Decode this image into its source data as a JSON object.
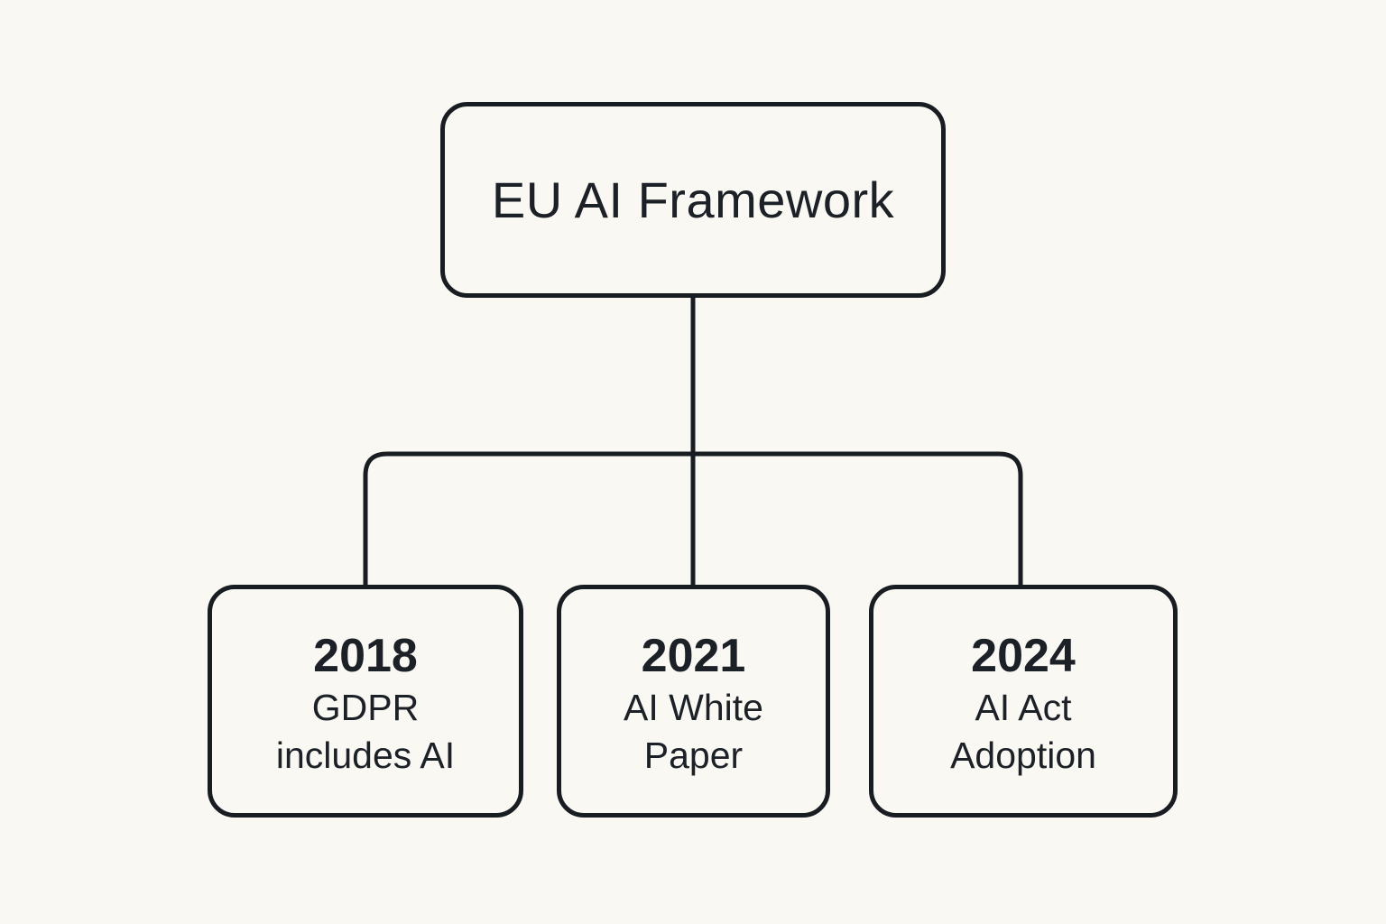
{
  "diagram": {
    "root": {
      "label": "EU AI Framework"
    },
    "children": [
      {
        "year": "2018",
        "lines": [
          "GDPR",
          "includes AI"
        ]
      },
      {
        "year": "2021",
        "lines": [
          "AI White",
          "Paper"
        ]
      },
      {
        "year": "2024",
        "lines": [
          "AI Act",
          "Adoption"
        ]
      }
    ],
    "colors": {
      "background": "#f9f8f2",
      "line": "#181d22",
      "text": "#1c2127"
    }
  }
}
